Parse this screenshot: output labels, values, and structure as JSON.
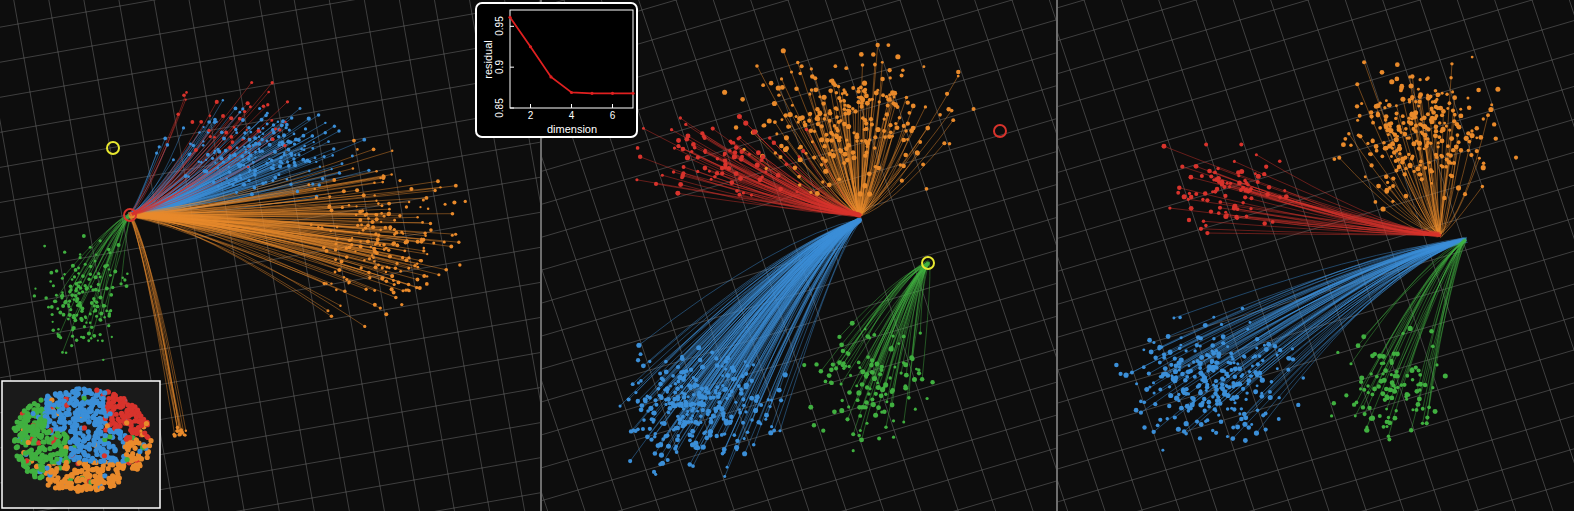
{
  "diagram": {
    "labels": [
      "0.95",
      "0.9",
      "0.85",
      "residual",
      "2",
      "4",
      "6",
      "dimension"
    ]
  }
}
